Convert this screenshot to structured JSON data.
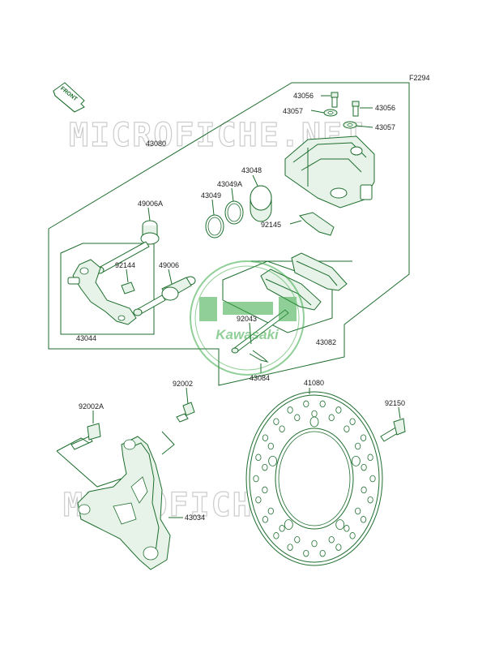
{
  "figure_code": "F2294",
  "front_arrow_label": "FRONT",
  "watermark_text": "MICROFICHE.NET",
  "logo_text": "Kawasaki",
  "colors": {
    "line": "#1e6e2e",
    "part_fill": "#e7f3e9",
    "watermark": "#cccccc",
    "logo": "#39a845"
  },
  "parts": {
    "p43056a": "43056",
    "p43057a": "43057",
    "p43056b": "43056",
    "p43057b": "43057",
    "p43080": "43080",
    "p43048": "43048",
    "p43049a": "43049A",
    "p43049": "43049",
    "p49006a": "49006A",
    "p92145": "92145",
    "p92144": "92144",
    "p49006": "49006",
    "p92043": "92043",
    "p43044": "43044",
    "p43082": "43082",
    "p43084": "43084",
    "p92002": "92002",
    "p41080": "41080",
    "p92002a": "92002A",
    "p92150": "92150",
    "p43034": "43034"
  }
}
